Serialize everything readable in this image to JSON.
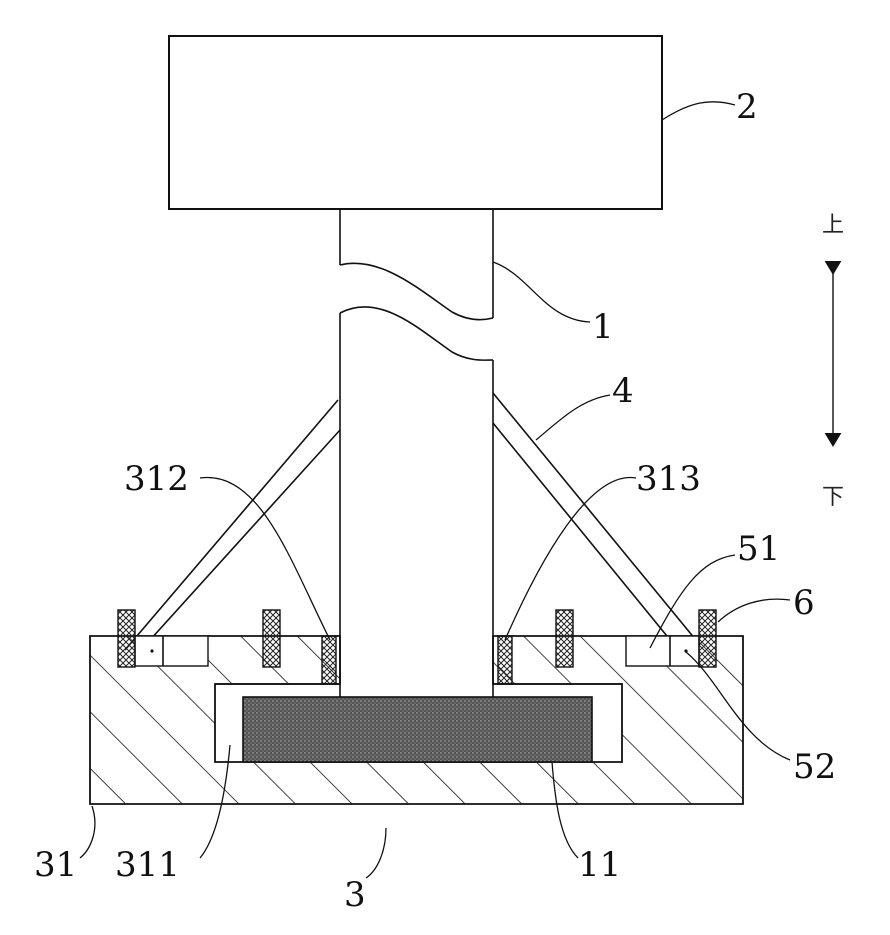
{
  "labels": {
    "part_1": "1",
    "part_2": "2",
    "part_3": "3",
    "part_4": "4",
    "part_6": "6",
    "part_11": "11",
    "part_31": "31",
    "part_51": "51",
    "part_52": "52",
    "part_311": "311",
    "part_312": "312",
    "part_313": "313"
  },
  "direction": {
    "up": "上",
    "down": "下"
  }
}
